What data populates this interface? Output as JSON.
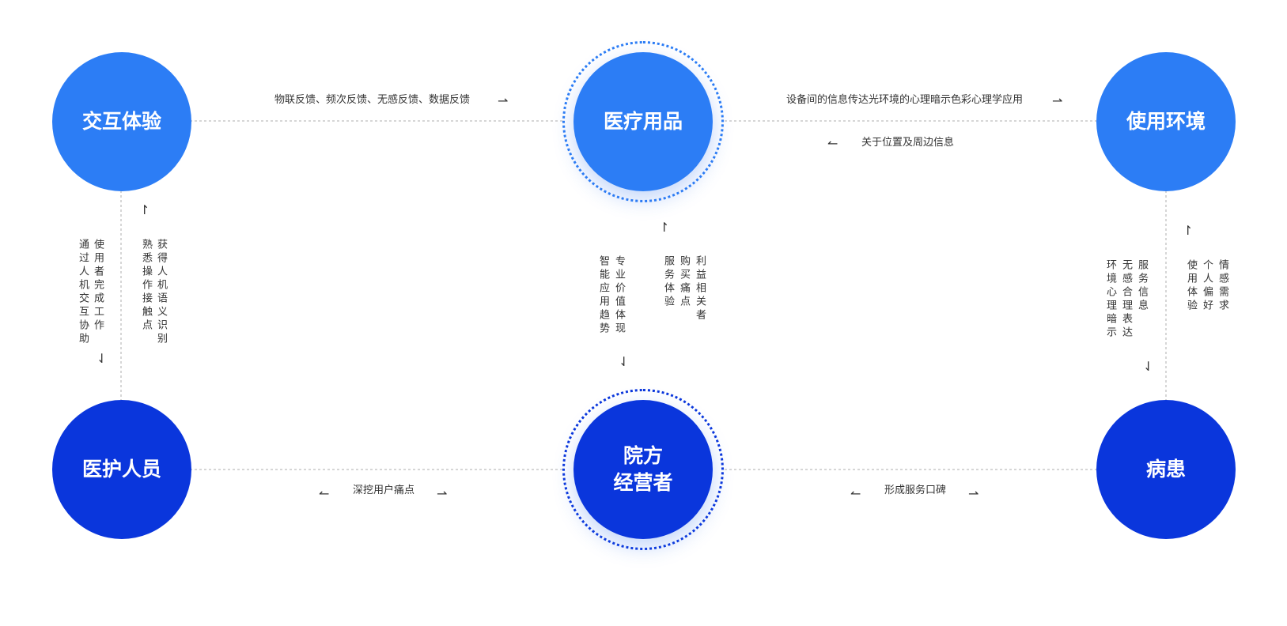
{
  "nodes": {
    "interaction": "交互体验",
    "medical_supplies": "医疗用品",
    "environment": "使用环境",
    "medical_staff": "医护人员",
    "hospital_operator_line1": "院方",
    "hospital_operator_line2": "经营者",
    "patient": "病患"
  },
  "edges": {
    "interaction_to_supplies": "物联反馈、频次反馈、无感反馈、数据反馈",
    "supplies_to_environment": "设备间的信息传达光环境的心理暗示色彩心理学应用",
    "environment_to_supplies": "关于位置及周边信息",
    "interaction_down_col1": "通过人机交互协助",
    "interaction_down_col2": "使用者完成工作",
    "staff_up_col1": "熟悉操作接触点",
    "staff_up_col2": "获得人机语义识别",
    "supplies_down_col1": "智能应用趋势",
    "supplies_down_col2": "专业价值体现",
    "operator_up_col1": "服务体验",
    "operator_up_col2": "购买痛点",
    "operator_up_col3": "利益相关者",
    "environment_down_col1": "环境心理暗示",
    "environment_down_col2": "无感合理表达",
    "environment_down_col3": "服务信息",
    "patient_up_col1": "使用体验",
    "patient_up_col2": "个人偏好",
    "patient_up_col3": "情感需求",
    "operator_to_staff": "深挖用户痛点",
    "patient_to_operator": "形成服务口碑"
  },
  "icons": {
    "arrow_right": "⇀",
    "arrow_left": "↼",
    "arrow_up": "↾",
    "arrow_down": "⇃"
  },
  "colors": {
    "light_node": "#2c7df5",
    "dark_node": "#0a36dc",
    "connector": "#c8c8c8",
    "strong_connector": "#1652e8"
  }
}
